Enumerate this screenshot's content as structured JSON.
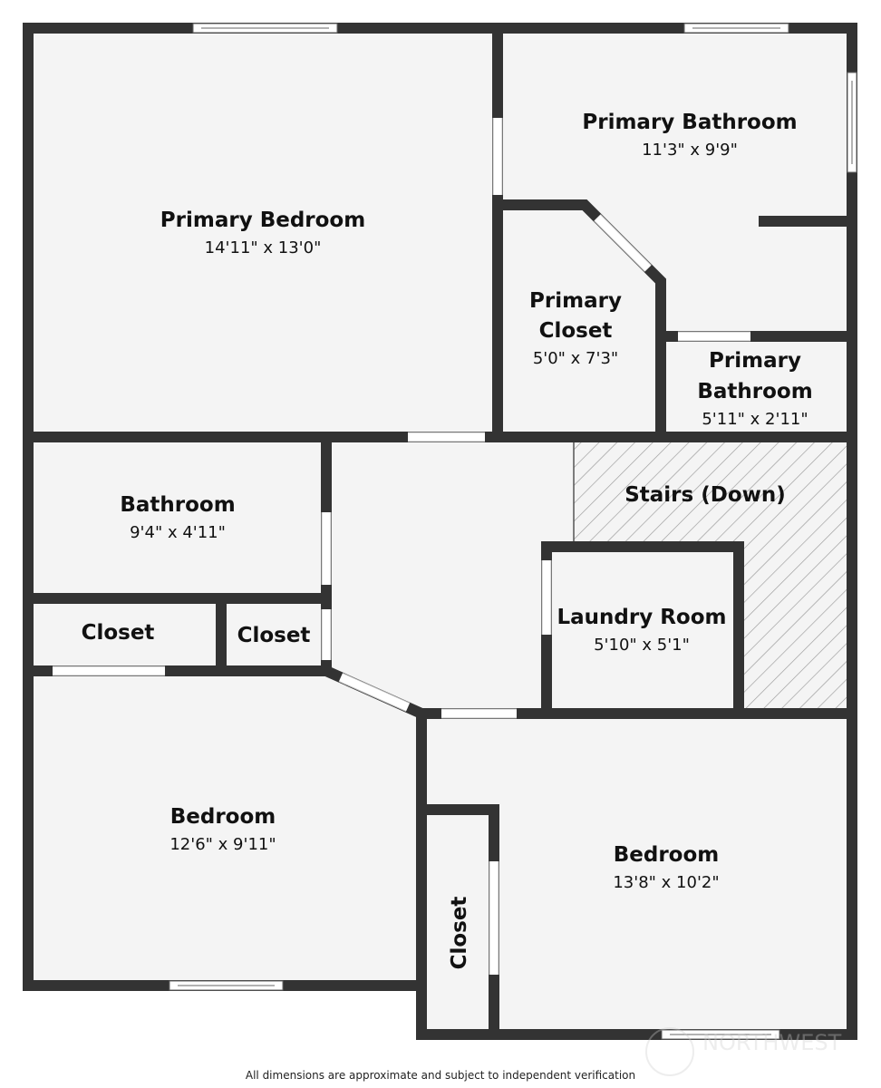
{
  "rooms": {
    "primary_bedroom": {
      "name": "Primary Bedroom",
      "dim": "14'11\" x 13'0\""
    },
    "primary_bathroom": {
      "name": "Primary Bathroom",
      "dim": "11'3\" x 9'9\""
    },
    "primary_closet": {
      "name1": "Primary",
      "name2": "Closet",
      "dim": "5'0\" x 7'3\""
    },
    "primary_bathroom_small": {
      "name1": "Primary",
      "name2": "Bathroom",
      "dim": "5'11\" x 2'11\""
    },
    "bathroom": {
      "name": "Bathroom",
      "dim": "9'4\" x 4'11\""
    },
    "stairs": {
      "name": "Stairs (Down)"
    },
    "laundry": {
      "name": "Laundry Room",
      "dim": "5'10\" x 5'1\""
    },
    "closet_left": {
      "name": "Closet"
    },
    "closet_mid": {
      "name": "Closet"
    },
    "bedroom_left": {
      "name": "Bedroom",
      "dim": "12'6\" x 9'11\""
    },
    "bedroom_right": {
      "name": "Bedroom",
      "dim": "13'8\" x 10'2\""
    },
    "closet_right": {
      "name": "Closet"
    }
  },
  "watermark": "NORTHWEST",
  "footer": "All dimensions are approximate and subject to independent verification",
  "colors": {
    "wall": "#333333",
    "floor": "#f4f4f4",
    "hatch": "#999999"
  }
}
